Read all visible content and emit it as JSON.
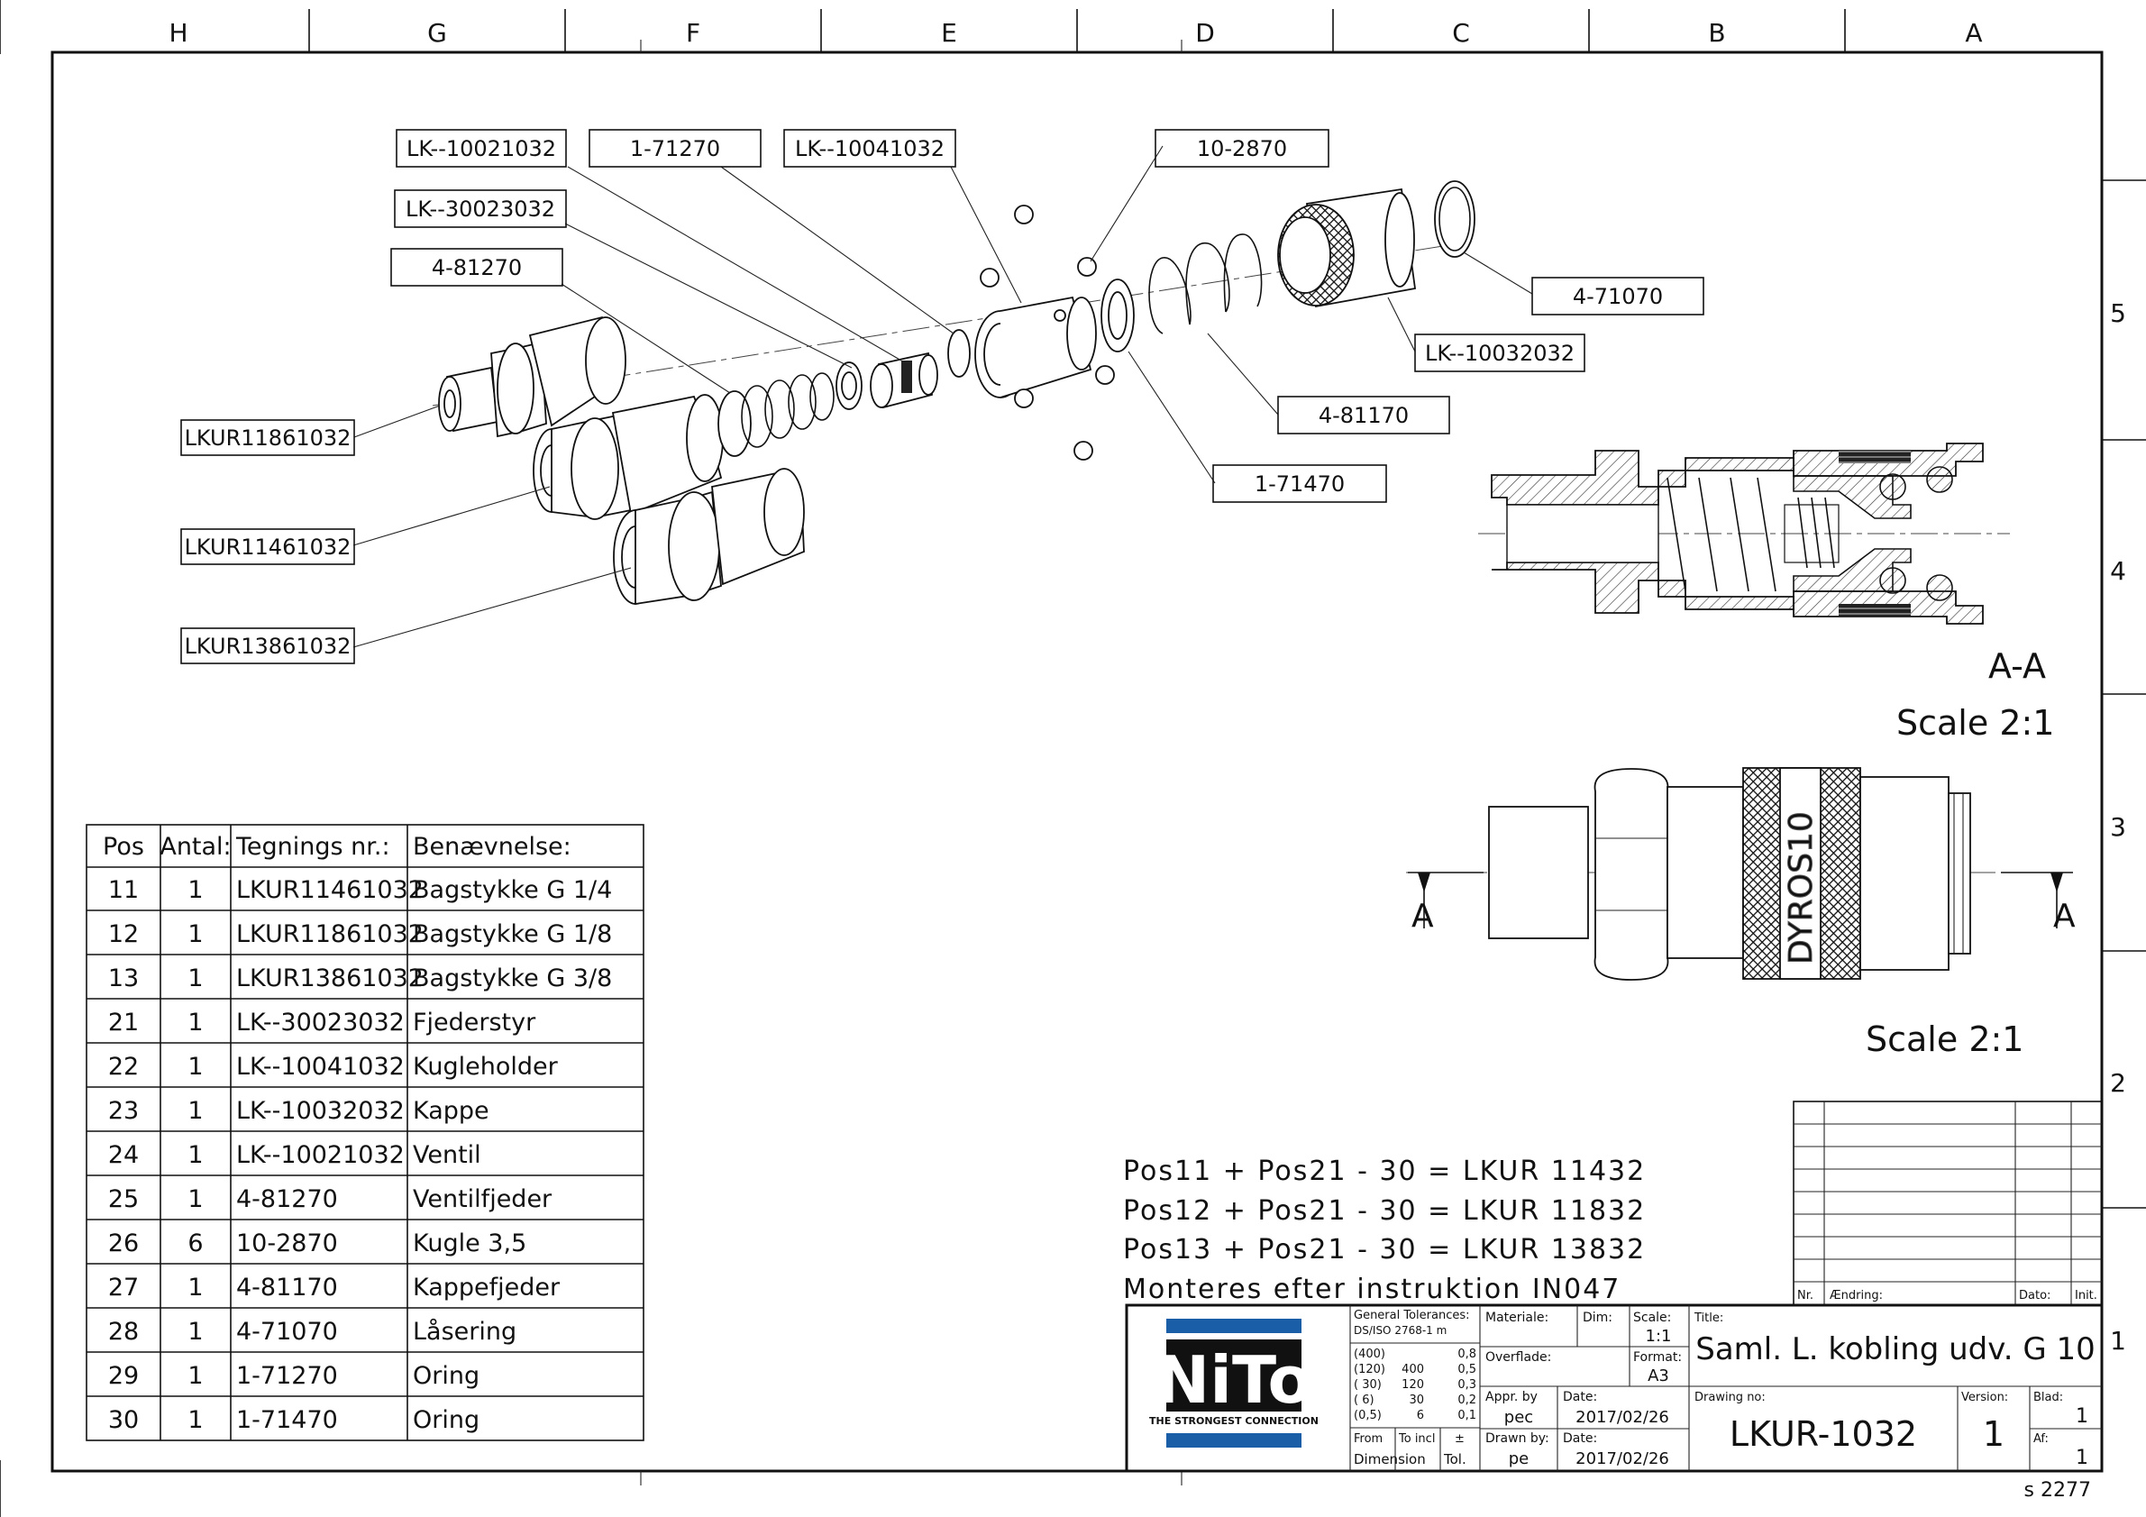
{
  "zones": {
    "columns": [
      "H",
      "G",
      "F",
      "E",
      "D",
      "C",
      "B",
      "A"
    ],
    "rows": [
      "5",
      "4",
      "3",
      "2",
      "1"
    ]
  },
  "callouts": {
    "lk10021032": "LK--10021032",
    "o171270": "1-71270",
    "lk10041032": "LK--10041032",
    "k102870": "10-2870",
    "lk30023032": "LK--30023032",
    "s481270": "4-81270",
    "r471070": "4-71070",
    "lk10032032": "LK--10032032",
    "s481170": "4-81170",
    "o171470": "1-71470",
    "lkur11861032": "LKUR11861032",
    "lkur11461032": "LKUR11461032",
    "lkur13861032": "LKUR13861032"
  },
  "section": {
    "label": "A-A",
    "scale": "Scale 2:1",
    "marker": "A"
  },
  "side_view": {
    "scale": "Scale 2:1",
    "engraving": "DYROS10"
  },
  "parts_table": {
    "headers": [
      "Pos",
      "Antal:",
      "Tegnings nr.:",
      "Benævnelse:"
    ],
    "rows": [
      [
        "11",
        "1",
        "LKUR11461032",
        "Bagstykke G 1/4"
      ],
      [
        "12",
        "1",
        "LKUR11861032",
        "Bagstykke G 1/8"
      ],
      [
        "13",
        "1",
        "LKUR13861032",
        "Bagstykke G 3/8"
      ],
      [
        "21",
        "1",
        "LK--30023032",
        "Fjederstyr"
      ],
      [
        "22",
        "1",
        "LK--10041032",
        "Kugleholder"
      ],
      [
        "23",
        "1",
        "LK--10032032",
        "Kappe"
      ],
      [
        "24",
        "1",
        "LK--10021032",
        "Ventil"
      ],
      [
        "25",
        "1",
        "4-81270",
        "Ventilfjeder"
      ],
      [
        "26",
        "6",
        "10-2870",
        "Kugle 3,5"
      ],
      [
        "27",
        "1",
        "4-81170",
        "Kappefjeder"
      ],
      [
        "28",
        "1",
        "4-71070",
        "Låsering"
      ],
      [
        "29",
        "1",
        "1-71270",
        "Oring"
      ],
      [
        "30",
        "1",
        "1-71470",
        "Oring"
      ]
    ]
  },
  "notes": [
    "Pos11 + Pos21 - 30 = LKUR 11432",
    "Pos12 + Pos21 - 30 = LKUR 11832",
    "Pos13 + Pos21 - 30 = LKUR 13832",
    "Monteres efter instruktion IN047"
  ],
  "revision_block": {
    "nr": "Nr.",
    "change": "Ændring:",
    "date": "Dato:",
    "init": "Init."
  },
  "title_block": {
    "logo": "NiTo",
    "slogan": "THE STRONGEST CONNECTION",
    "gen_tol_label": "General Tolerances:",
    "gen_tol_std": "DS/ISO 2768-1 m",
    "tol_col1": [
      "(400)",
      "(120)",
      "( 30)",
      "(  6)",
      "(0,5)"
    ],
    "tol_col2": [
      "",
      "400",
      "120",
      "30",
      "6"
    ],
    "tol_col3": [
      "0,8",
      "0,5",
      "0,3",
      "0,2",
      "0,1"
    ],
    "from_label": "From",
    "to_label": "To incl",
    "pm_label": "±",
    "dimension_label": "Dimension",
    "tol_label": "Tol.",
    "material_label": "Materiale:",
    "dim_label": "Dim:",
    "surface_label": "Overflade:",
    "scale_label": "Scale:",
    "scale_value": "1:1",
    "format_label": "Format:",
    "format_value": "A3",
    "appr_label": "Appr. by",
    "appr_value": "pec",
    "date1_label": "Date:",
    "date1_value": "2017/02/26",
    "drawn_label": "Drawn by:",
    "drawn_value": "pe",
    "date2_label": "Date:",
    "date2_value": "2017/02/26",
    "title_label": "Title:",
    "title_value": "Saml. L. kobling udv. G 10",
    "drawing_no_label": "Drawing no:",
    "drawing_no_value": "LKUR-1032",
    "version_label": "Version:",
    "version_value": "1",
    "sheet_label": "Blad:",
    "sheet_value": "1",
    "of_label": "Af:",
    "of_value": "1"
  },
  "footer_id": "s 2277"
}
